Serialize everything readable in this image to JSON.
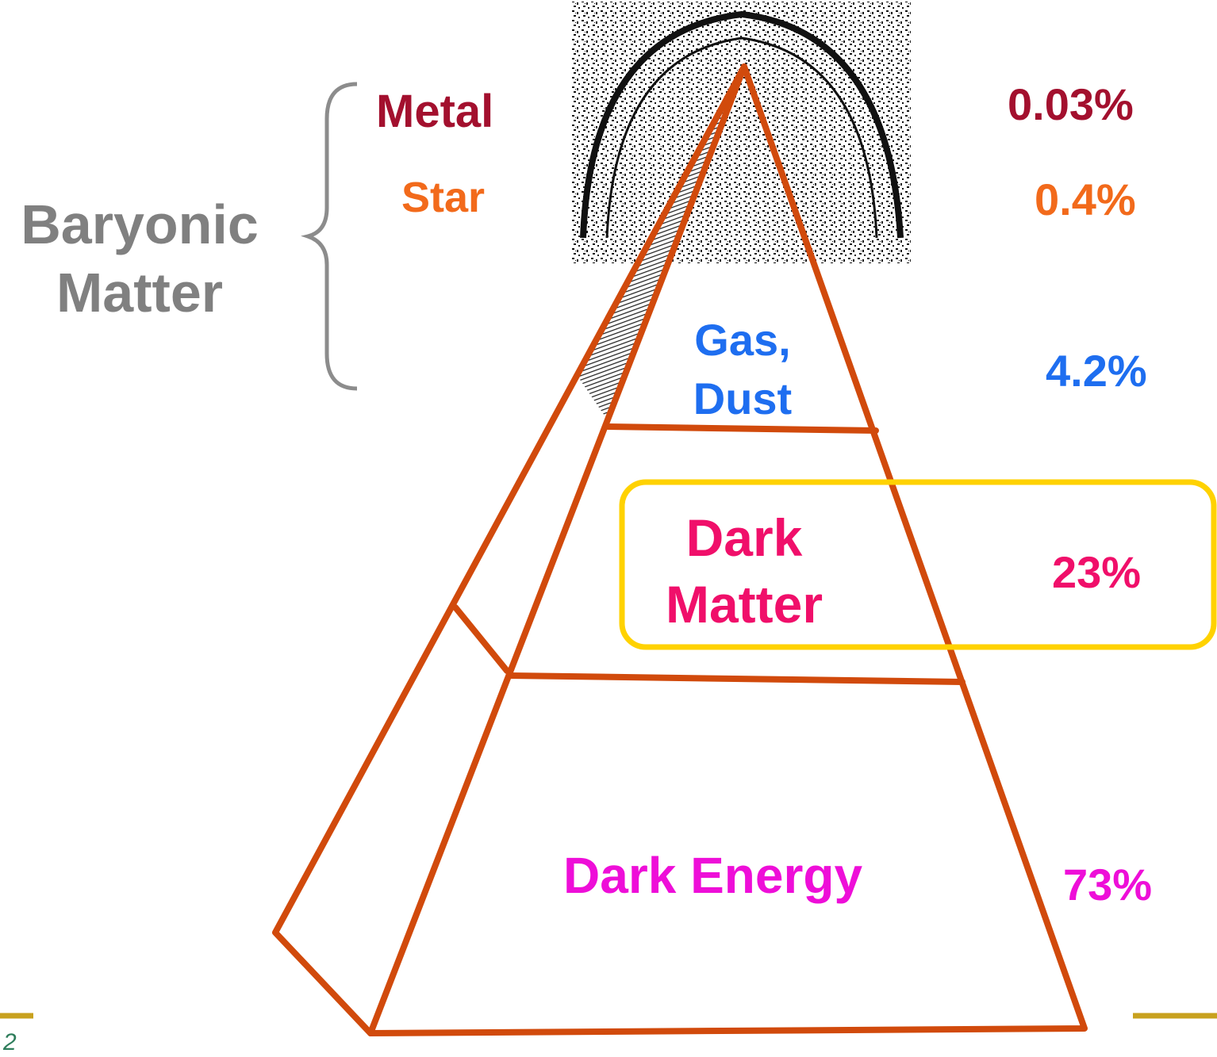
{
  "labels": {
    "baryonic": "Baryonic Matter",
    "metal": "Metal",
    "star": "Star",
    "gas_dust": "Gas, Dust",
    "dark_matter": "Dark Matter",
    "dark_energy": "Dark Energy"
  },
  "percentages": {
    "metal": "0.03%",
    "star": "0.4%",
    "gas_dust": "4.2%",
    "dark_matter": "23%",
    "dark_energy": "73%"
  },
  "page_number": "2",
  "colors": {
    "pyramid_outline": "#d14a0c",
    "metal": "#a3102e",
    "star": "#f26a1b",
    "gas_dust": "#1e6ef0",
    "dark_matter": "#f00f6a",
    "dark_energy": "#ee0ed8",
    "baryonic": "#808080",
    "highlight_box": "#ffd200",
    "rule": "#c8a11e"
  }
}
